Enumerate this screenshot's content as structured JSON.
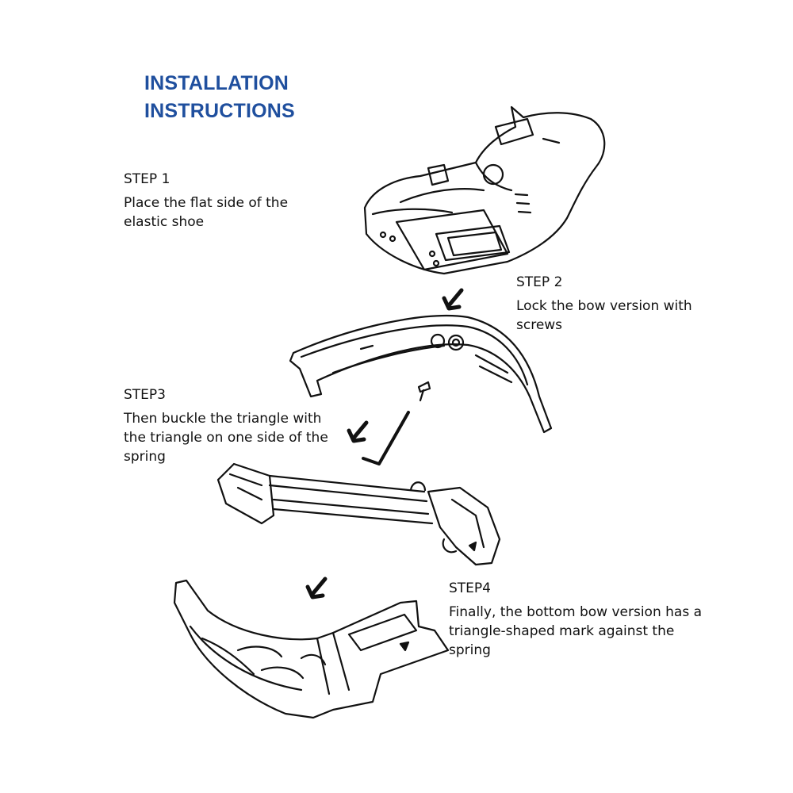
{
  "title": {
    "line1": "INSTALLATION",
    "line2": "INSTRUCTIONS"
  },
  "steps": [
    {
      "heading": "STEP 1",
      "text": "Place the flat side of the elastic shoe"
    },
    {
      "heading": "STEP 2",
      "text": "Lock the bow version with screws"
    },
    {
      "heading": "STEP3",
      "text": "Then buckle the triangle with the triangle on one side of the spring"
    },
    {
      "heading": "STEP4",
      "text": "Finally, the bottom bow version has a triangle-shaped mark against the spring"
    }
  ],
  "colors": {
    "title": "#1f4f9e",
    "text": "#111111",
    "line_art": "#111111",
    "background": "#ffffff"
  },
  "icons": [
    "shoe-illustration",
    "upper-bow-plate",
    "screw",
    "hex-key",
    "spring-assembly",
    "bottom-bow-plate",
    "direction-arrow"
  ]
}
